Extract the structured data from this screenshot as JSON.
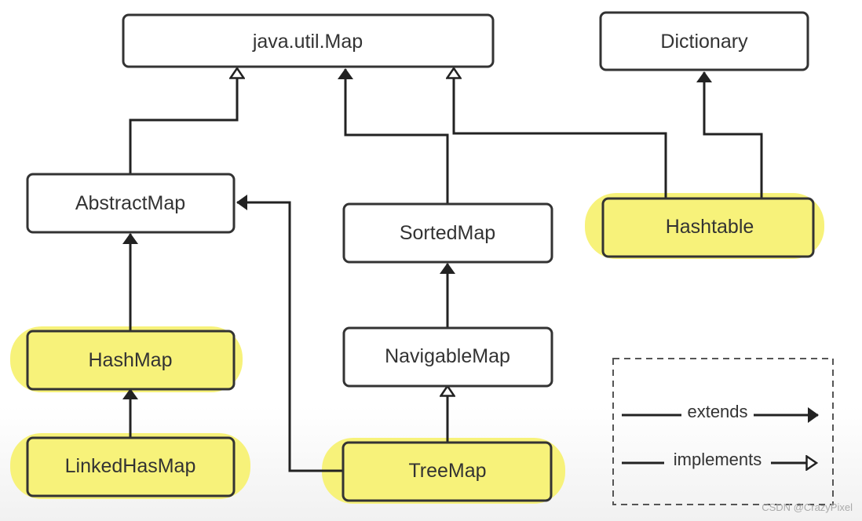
{
  "nodes": {
    "map": "java.util.Map",
    "dictionary": "Dictionary",
    "abstract_map": "AbstractMap",
    "sorted_map": "SortedMap",
    "hashtable": "Hashtable",
    "hash_map": "HashMap",
    "navigable_map": "NavigableMap",
    "linked_hash_map": "LinkedHasMap",
    "tree_map": "TreeMap"
  },
  "highlighted": [
    "hashtable",
    "hash_map",
    "linked_hash_map",
    "tree_map"
  ],
  "colors": {
    "highlight": "#f7f27a",
    "stroke": "#333333"
  },
  "edges": [
    {
      "from": "abstract_map",
      "to": "map",
      "type": "implements"
    },
    {
      "from": "sorted_map",
      "to": "map",
      "type": "extends"
    },
    {
      "from": "hashtable",
      "to": "map",
      "type": "implements"
    },
    {
      "from": "hashtable",
      "to": "dictionary",
      "type": "extends"
    },
    {
      "from": "hash_map",
      "to": "abstract_map",
      "type": "extends"
    },
    {
      "from": "linked_hash_map",
      "to": "hash_map",
      "type": "extends"
    },
    {
      "from": "navigable_map",
      "to": "sorted_map",
      "type": "extends"
    },
    {
      "from": "tree_map",
      "to": "navigable_map",
      "type": "implements"
    },
    {
      "from": "tree_map",
      "to": "abstract_map",
      "type": "extends"
    }
  ],
  "legend": {
    "extends": "extends",
    "implements": "implements"
  },
  "watermark": "CSDN @CrazyPixel"
}
